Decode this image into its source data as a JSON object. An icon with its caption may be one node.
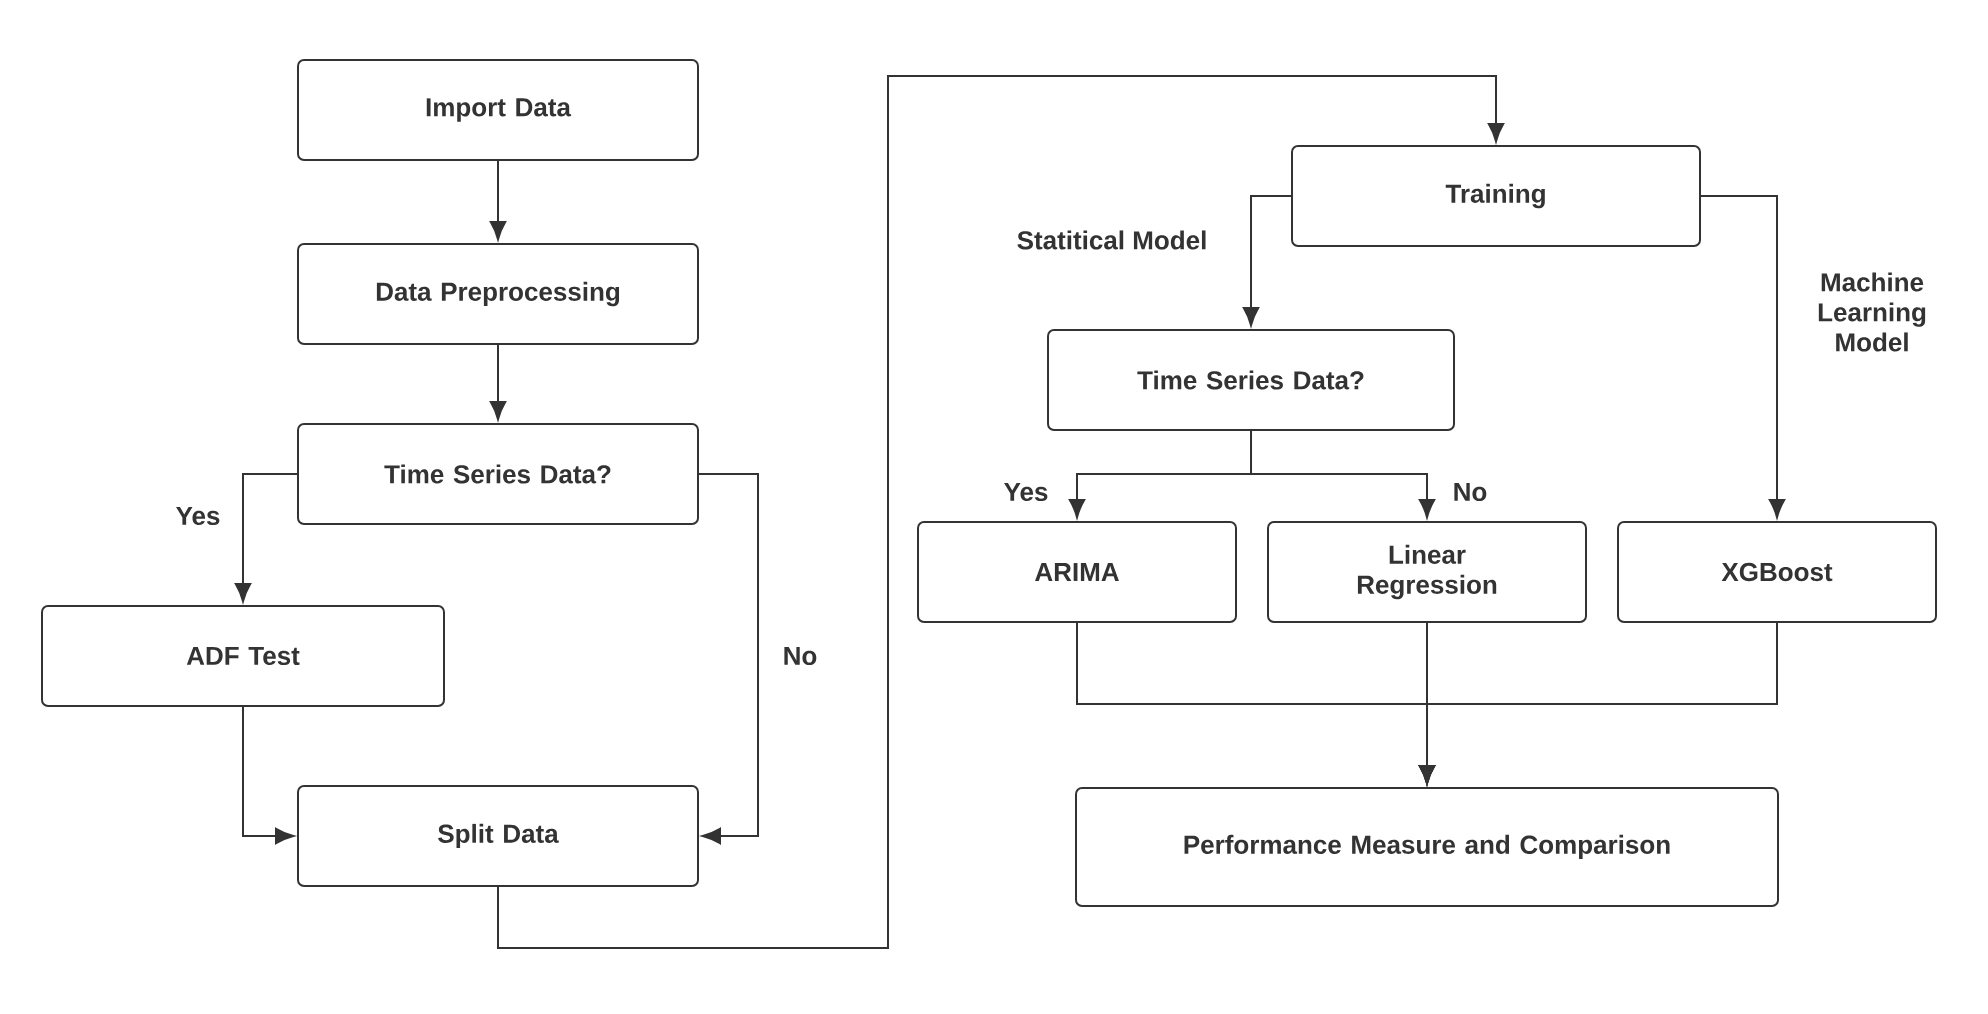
{
  "diagram": {
    "nodes": [
      {
        "text": [
          "Import Data"
        ]
      },
      {
        "text": [
          "Data Preprocessing"
        ]
      },
      {
        "text": [
          "Time Series Data?"
        ]
      },
      {
        "text": [
          "ADF Test"
        ]
      },
      {
        "text": [
          "Split Data"
        ]
      },
      {
        "text": [
          "Training"
        ]
      },
      {
        "text": [
          "Time Series Data?"
        ]
      },
      {
        "text": [
          "ARIMA"
        ]
      },
      {
        "text": [
          "Linear Regression"
        ]
      },
      {
        "text": [
          "XGBoost"
        ]
      },
      {
        "text": [
          "Performance Measure and Comparison"
        ]
      }
    ],
    "edges": [
      {
        "from": 0,
        "to": 1,
        "arrow": "to"
      },
      {
        "from": 1,
        "to": 2,
        "arrow": "to"
      },
      {
        "from": 2,
        "to": 3,
        "arrow": "to",
        "label": "Yes"
      },
      {
        "from": 2,
        "to": 4,
        "arrow": "to",
        "label": "No"
      },
      {
        "from": 3,
        "to": 4,
        "arrow": "to"
      },
      {
        "from": 4,
        "to": 5,
        "arrow": "to"
      },
      {
        "from": 5,
        "to": 6,
        "arrow": "to",
        "label": "Statitical Model"
      },
      {
        "from": 5,
        "to": 9,
        "arrow": "to",
        "label": "Machine Learning Model"
      },
      {
        "from": 6,
        "to": 7,
        "arrow": "to",
        "label": "Yes"
      },
      {
        "from": 6,
        "to": 8,
        "arrow": "to",
        "label": "No"
      },
      {
        "from": 7,
        "to": 10,
        "arrow": "to"
      },
      {
        "from": 8,
        "to": 10,
        "arrow": "to"
      },
      {
        "from": 9,
        "to": 10,
        "arrow": "to"
      }
    ]
  }
}
